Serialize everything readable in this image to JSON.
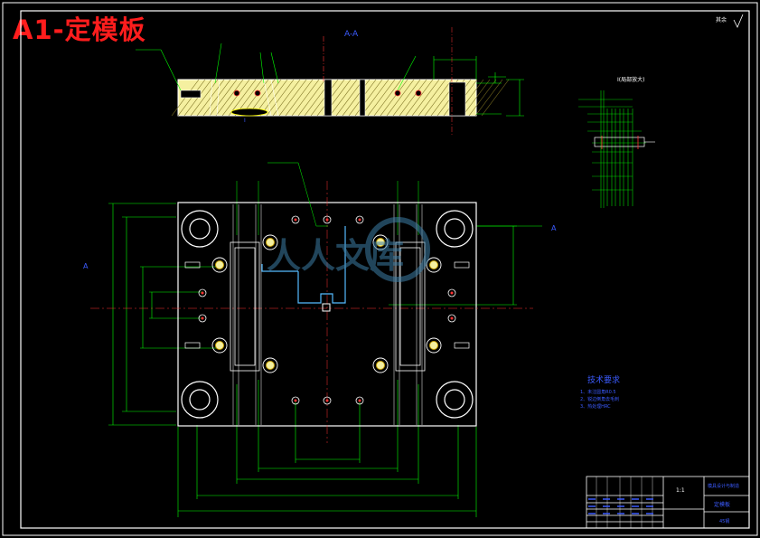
{
  "drawing": {
    "title": "A1-定模板",
    "section_label": "A-A",
    "section_marker": "A",
    "detail_title": "I(局部放大)",
    "detail_marker": "I",
    "tech_req_title": "技术要求",
    "tech_req_items": [
      "1、未注圆角R0.5",
      "2、锐边倒角去毛刺",
      "3、热处理HRC"
    ],
    "roughness_note": "其余",
    "title_block": {
      "scale": "1:1",
      "part_name": "定模板",
      "school": "模具设计与制造",
      "material": "45钢"
    },
    "watermark": "人人文库"
  },
  "colors": {
    "background": "#000000",
    "outline": "#ffffff",
    "dimension": "#00ff00",
    "hatch": "#f5f0a0",
    "blue": "#3b5bff",
    "title_red": "#ff1d1d",
    "cyan": "#00ffff"
  }
}
